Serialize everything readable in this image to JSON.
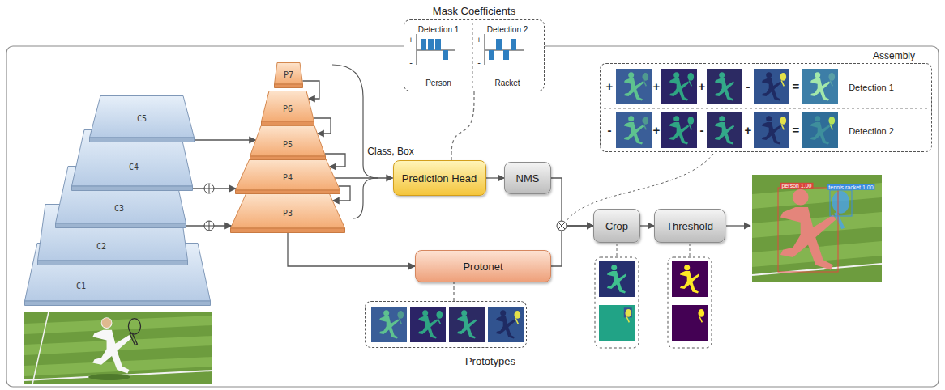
{
  "diagram": {
    "nodes": [
      {
        "text": [
          "C1"
        ]
      },
      {
        "text": [
          "C2"
        ]
      },
      {
        "text": [
          "C3"
        ]
      },
      {
        "text": [
          "C4"
        ]
      },
      {
        "text": [
          "C5"
        ]
      },
      {
        "text": [
          "P3"
        ]
      },
      {
        "text": [
          "P4"
        ]
      },
      {
        "text": [
          "P5"
        ]
      },
      {
        "text": [
          "P6"
        ]
      },
      {
        "text": [
          "P7"
        ]
      },
      {
        "text": [
          "Mask Coefficients",
          "Detection 1",
          "+",
          "-",
          "Person",
          "Detection 2",
          "+",
          "-",
          "Racket"
        ]
      },
      {
        "text": [
          "Prediction Head"
        ]
      },
      {
        "text": [
          "NMS"
        ]
      },
      {
        "text": [
          "Assembly",
          "+",
          "+",
          "+",
          "-",
          "=",
          "Detection 1",
          "-",
          "+",
          "-",
          "+",
          "=",
          "Detection 2"
        ]
      },
      {
        "text": [
          "Protonet"
        ]
      },
      {
        "text": [
          "Crop"
        ]
      },
      {
        "text": [
          "Threshold"
        ]
      },
      {
        "text": [
          "Prototypes"
        ]
      }
    ],
    "edges": [
      {
        "from": 4,
        "to": 7,
        "arrow": "to"
      },
      {
        "from": 3,
        "to": 6,
        "arrow": "to"
      },
      {
        "from": 2,
        "to": 5,
        "arrow": "to"
      },
      {
        "from": 9,
        "to": 8,
        "arrow": "to"
      },
      {
        "from": 8,
        "to": 7,
        "arrow": "to"
      },
      {
        "from": 7,
        "to": 6,
        "arrow": "to"
      },
      {
        "from": 6,
        "to": 5,
        "arrow": "to"
      },
      {
        "from": 6,
        "to": 11,
        "arrow": "to"
      },
      {
        "from": 5,
        "to": 14,
        "arrow": "to"
      },
      {
        "from": 11,
        "to": 12,
        "arrow": "to"
      },
      {
        "from": 12,
        "to": 15,
        "arrow": "to"
      },
      {
        "from": 14,
        "to": 15,
        "arrow": "to"
      },
      {
        "from": 15,
        "to": 16,
        "arrow": "to"
      },
      {
        "from": 10,
        "to": 11,
        "arrow": "none"
      },
      {
        "from": 17,
        "to": 14,
        "arrow": "none"
      }
    ],
    "labels": [
      "Class, Box",
      "person 1.00",
      "tennis racket 1.00"
    ]
  }
}
